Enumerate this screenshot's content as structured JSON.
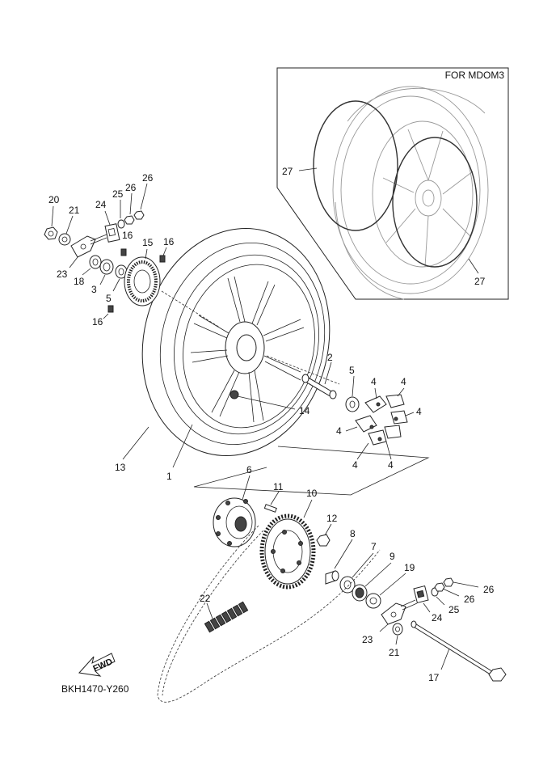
{
  "inset": {
    "title": "FOR MDOM3",
    "labels": [
      "27",
      "27"
    ]
  },
  "drawing_code": "BKH1470-Y260",
  "fwd_label": "FWD",
  "callouts": {
    "c1": "1",
    "c2": "2",
    "c3": "3",
    "c4a": "4",
    "c4b": "4",
    "c4c": "4",
    "c4d": "4",
    "c4e": "4",
    "c4f": "4",
    "c5a": "5",
    "c5b": "5",
    "c6": "6",
    "c7": "7",
    "c8": "8",
    "c9": "9",
    "c10": "10",
    "c11": "11",
    "c12": "12",
    "c13": "13",
    "c14": "14",
    "c15": "15",
    "c16a": "16",
    "c16b": "16",
    "c16c": "16",
    "c17": "17",
    "c18": "18",
    "c19": "19",
    "c20": "20",
    "c21a": "21",
    "c21b": "21",
    "c22": "22",
    "c23a": "23",
    "c23b": "23",
    "c24a": "24",
    "c24b": "24",
    "c25a": "25",
    "c25b": "25",
    "c26a": "26",
    "c26b": "26",
    "c26c": "26",
    "c26d": "26"
  }
}
